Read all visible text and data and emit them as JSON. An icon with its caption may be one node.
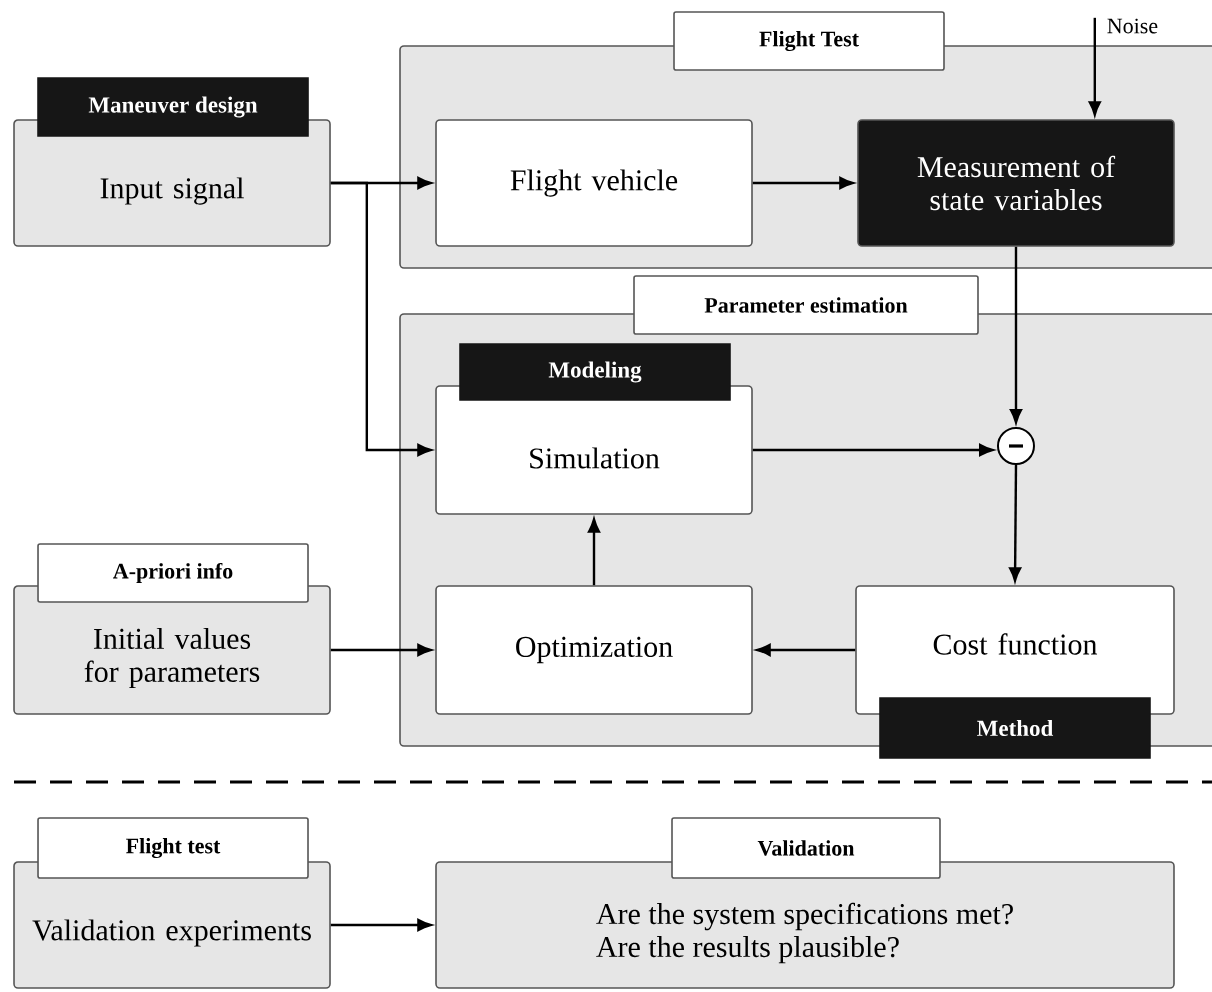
{
  "diagram": {
    "nodes": [
      {
        "text": [
          "Flight Test"
        ]
      },
      {
        "text": [
          "Maneuver design",
          "Input signal"
        ]
      },
      {
        "text": [
          "Flight vehicle"
        ],
        "in": 0
      },
      {
        "text": [
          "Measurement of state variables"
        ],
        "in": 0
      },
      {
        "text": [
          "Noise"
        ]
      },
      {
        "text": [
          "Parameter estimation"
        ]
      },
      {
        "text": [
          "Modeling",
          "Simulation"
        ],
        "in": 5
      },
      {
        "text": [],
        "shape": "circle",
        "in": 5
      },
      {
        "text": [
          "A-priori info",
          "Initial values for parameters"
        ]
      },
      {
        "text": [
          "Optimization"
        ],
        "in": 5
      },
      {
        "text": [
          "Cost function",
          "Method"
        ],
        "in": 5
      },
      {
        "text": [
          "Flight test",
          "Validation experiments"
        ]
      },
      {
        "text": [
          "Validation",
          "Are the system specifications met?",
          "Are the results plausible?"
        ]
      }
    ],
    "edges": [
      {
        "from": 1,
        "to": 2,
        "arrow": "to"
      },
      {
        "from": 1,
        "to": 6,
        "arrow": "to"
      },
      {
        "from": 2,
        "to": 3,
        "arrow": "to"
      },
      {
        "from": 4,
        "to": 3,
        "arrow": "to"
      },
      {
        "from": 3,
        "to": 7,
        "arrow": "to"
      },
      {
        "from": 6,
        "to": 7,
        "arrow": "to"
      },
      {
        "from": 7,
        "to": 10,
        "arrow": "to"
      },
      {
        "from": 10,
        "to": 9,
        "arrow": "to"
      },
      {
        "from": 9,
        "to": 6,
        "arrow": "to"
      },
      {
        "from": 8,
        "to": 9,
        "arrow": "to"
      },
      {
        "from": 11,
        "to": 12,
        "arrow": "to"
      }
    ]
  }
}
